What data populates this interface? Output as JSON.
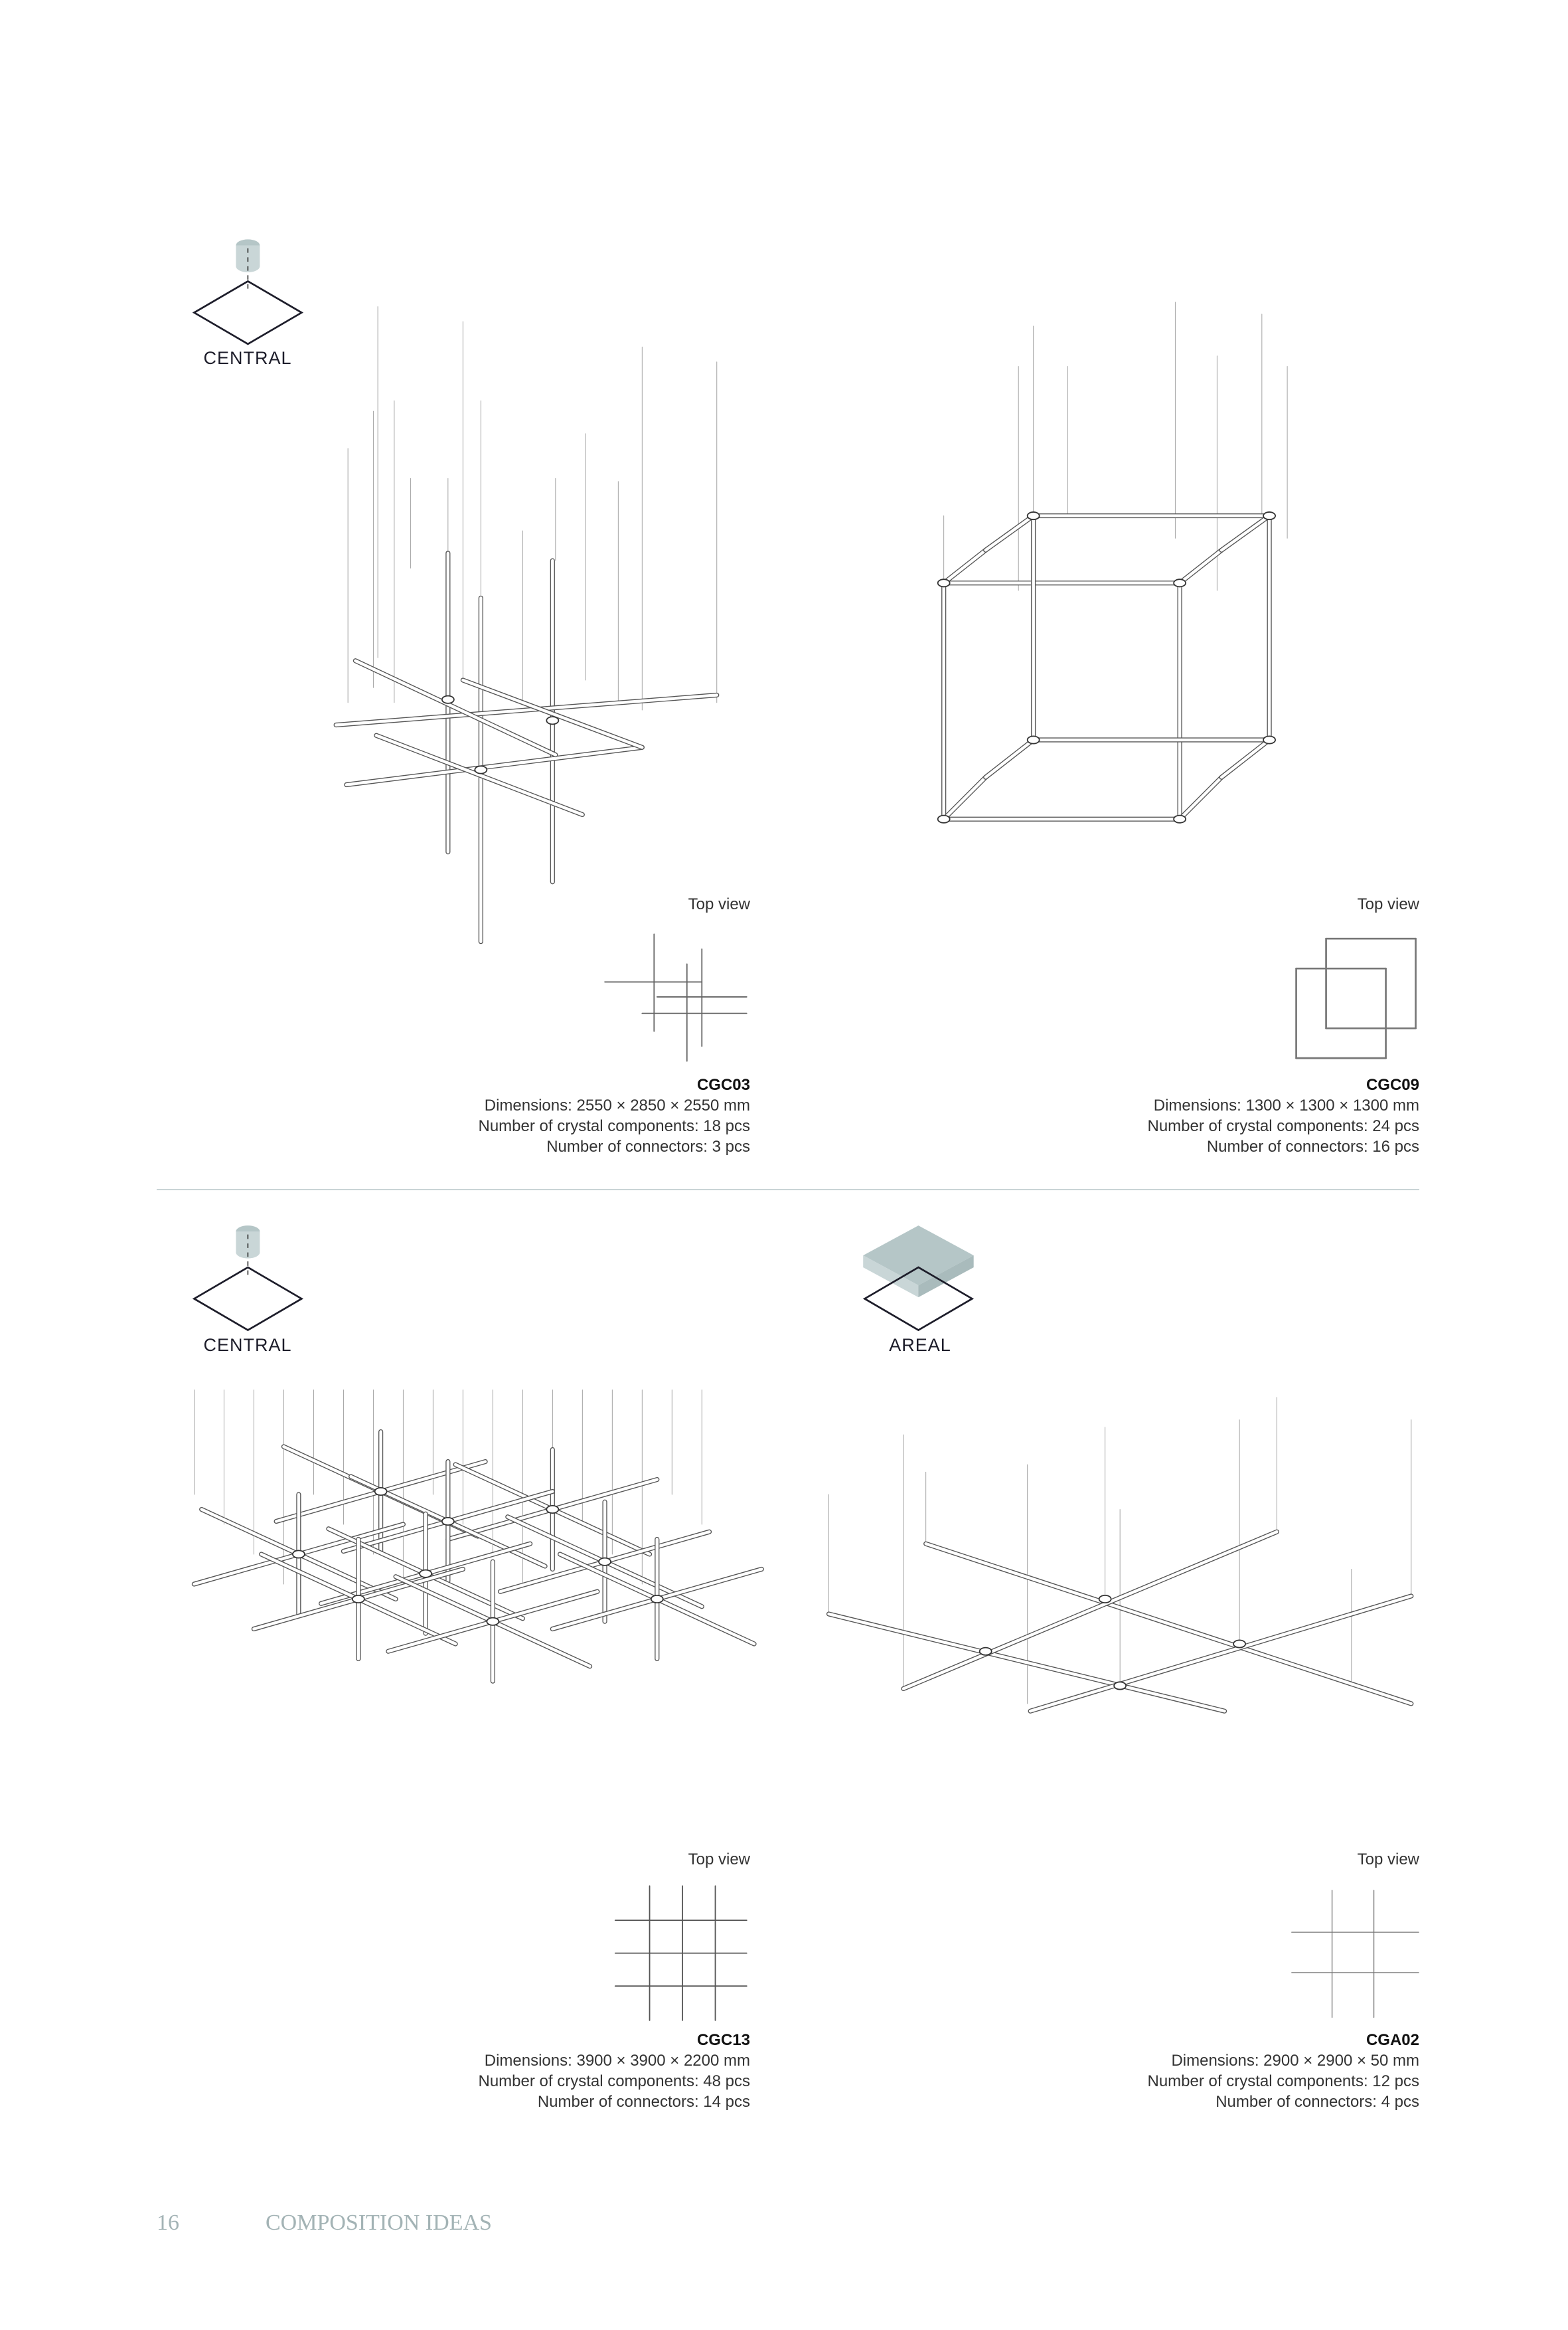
{
  "sections": [
    {
      "mount_type": "CENTRAL",
      "top_view_label": "Top view",
      "code": "CGC03",
      "dimensions": "Dimensions:  2550 × 2850 × 2550  mm",
      "crystal_components": "Number of crystal components:  18 pcs",
      "connectors": "Number of connectors: 3 pcs"
    },
    {
      "top_view_label": "Top view",
      "code": "CGC09",
      "dimensions": "Dimensions:  1300 × 1300 × 1300 mm",
      "crystal_components": "Number of crystal components:  24 pcs",
      "connectors": "Number of connectors:  16 pcs"
    },
    {
      "mount_type": "CENTRAL",
      "top_view_label": "Top view",
      "code": "CGC13",
      "dimensions": "Dimensions:  3900 × 3900 × 2200 mm",
      "crystal_components": "Number of crystal components:  48 pcs",
      "connectors": "Number of connectors:  14 pcs"
    },
    {
      "mount_type": "AREAL",
      "top_view_label": "Top view",
      "code": "CGA02",
      "dimensions": "Dimensions:  2900 × 2900 × 50 mm",
      "crystal_components": "Number of crystal components:  12 pcs",
      "connectors": "Number of connectors:  4 pcs"
    }
  ],
  "footer": {
    "page_number": "16",
    "section_title": "COMPOSITION IDEAS"
  },
  "colors": {
    "accent": "#a3b3b5",
    "divider": "#c9d4d6",
    "icon_fill": "#b5c6c7"
  }
}
